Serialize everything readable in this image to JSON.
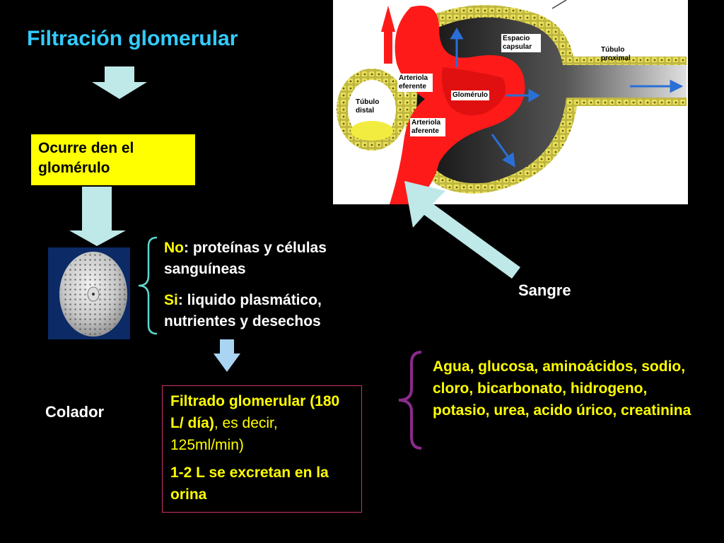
{
  "title": "Filtración glomerular",
  "glomerulo_box": "Ocurre den el glomérulo",
  "colander_label": "Colador",
  "no_para": {
    "keyword": "No",
    "rest": ": proteínas y células sanguíneas"
  },
  "si_para": {
    "keyword": "Si",
    "rest": ": liquido plasmático, nutrientes y desechos"
  },
  "filtrado": {
    "line1_bold": "Filtrado glomerular (180 L/ día)",
    "line1_normal": ", es decir, 125ml/min)",
    "line2": "1-2 L se excretan en la orina"
  },
  "sangre_label": "Sangre",
  "substances": "Agua, glucosa, aminoácidos, sodio, cloro, bicarbonato, hidrogeno, potasio, urea, acido úrico, creatinina",
  "diagram_labels": {
    "espacio_capsular": "Espacio capsular",
    "tubulo_proximal": "Túbulo proximal",
    "arteriola_eferente": "Arteriola eferente",
    "glomerulo": "Glomérulo",
    "tubulo_distal": "Túbulo distal",
    "arteriola_aferente": "Arteriola aferente"
  },
  "colors": {
    "title": "#33ccff",
    "highlight_yellow": "#ffff00",
    "arrow_fill": "#bfe8e8",
    "no_si_brace": "#5fd8d0",
    "list_brace": "#8b2a8b",
    "filtrado_border": "#cc3366",
    "blood_red": "#ff1a1a",
    "capsule_yellow": "#e8e05a"
  },
  "icons": {
    "down_arrow_1": "down-arrow-icon",
    "down_arrow_2": "down-arrow-icon",
    "down_arrow_3": "down-arrow-icon",
    "sangre_arrow": "diagonal-arrow-icon",
    "colander": "colander-image"
  }
}
